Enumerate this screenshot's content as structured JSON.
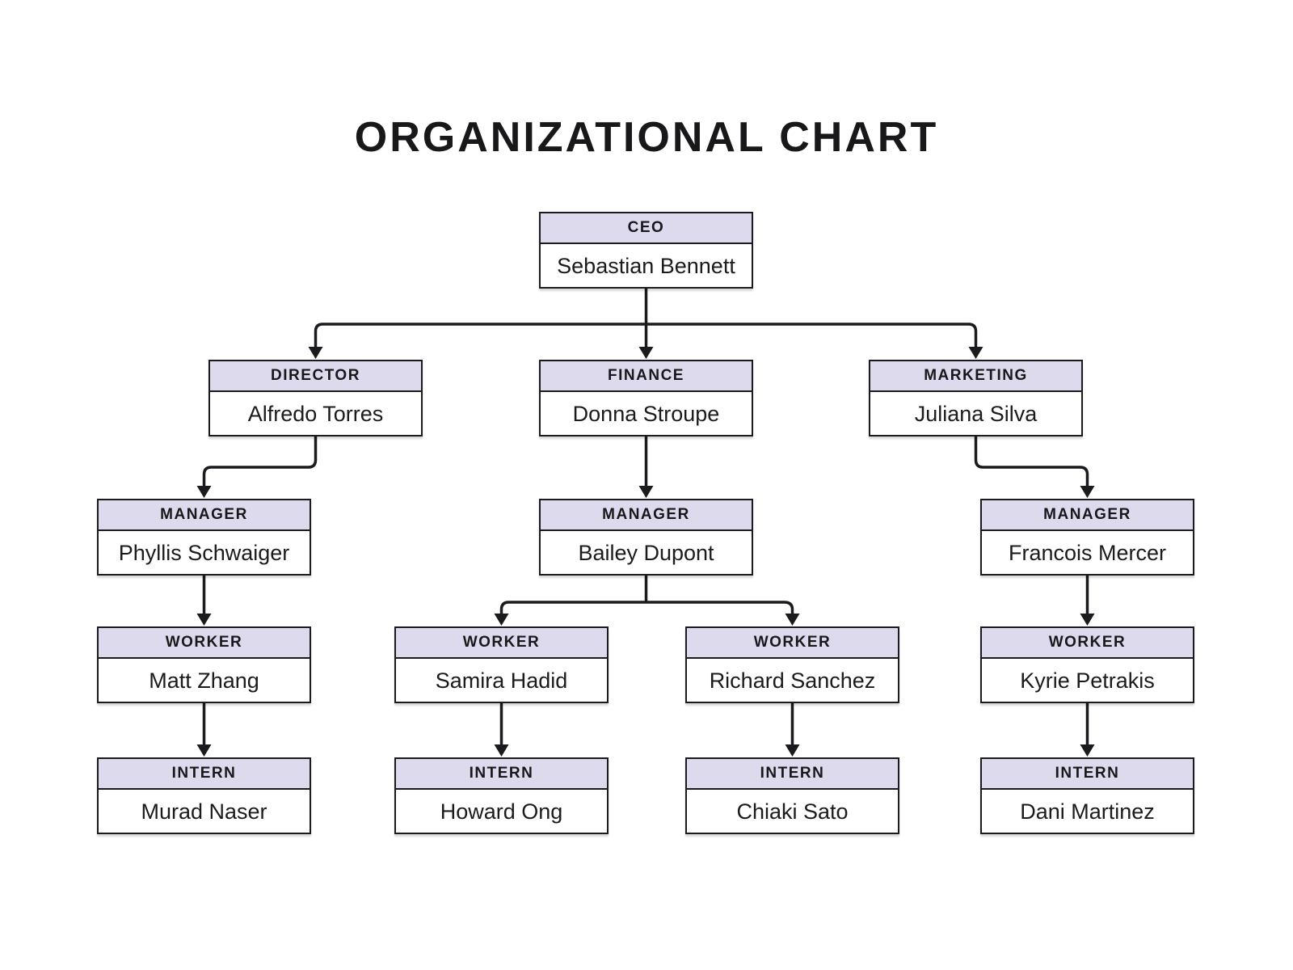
{
  "title": "ORGANIZATIONAL CHART",
  "colors": {
    "background": "#ffffff",
    "box_header_fill": "#dcdaec",
    "box_border": "#1b1b1f",
    "connector": "#1b1b1f",
    "text": "#18181b"
  },
  "nodes": [
    {
      "id": "ceo",
      "role": "CEO",
      "name": "Sebastian Bennett"
    },
    {
      "id": "director",
      "role": "DIRECTOR",
      "name": "Alfredo Torres"
    },
    {
      "id": "finance",
      "role": "FINANCE",
      "name": "Donna Stroupe"
    },
    {
      "id": "marketing",
      "role": "MARKETING",
      "name": "Juliana Silva"
    },
    {
      "id": "manager-1",
      "role": "MANAGER",
      "name": "Phyllis Schwaiger"
    },
    {
      "id": "manager-2",
      "role": "MANAGER",
      "name": "Bailey Dupont"
    },
    {
      "id": "manager-3",
      "role": "MANAGER",
      "name": "Francois Mercer"
    },
    {
      "id": "worker-1",
      "role": "WORKER",
      "name": "Matt Zhang"
    },
    {
      "id": "worker-2",
      "role": "WORKER",
      "name": "Samira Hadid"
    },
    {
      "id": "worker-3",
      "role": "WORKER",
      "name": "Richard Sanchez"
    },
    {
      "id": "worker-4",
      "role": "WORKER",
      "name": "Kyrie Petrakis"
    },
    {
      "id": "intern-1",
      "role": "INTERN",
      "name": "Murad Naser"
    },
    {
      "id": "intern-2",
      "role": "INTERN",
      "name": "Howard Ong"
    },
    {
      "id": "intern-3",
      "role": "INTERN",
      "name": "Chiaki Sato"
    },
    {
      "id": "intern-4",
      "role": "INTERN",
      "name": "Dani Martinez"
    }
  ],
  "edges": [
    [
      "ceo",
      "director"
    ],
    [
      "ceo",
      "finance"
    ],
    [
      "ceo",
      "marketing"
    ],
    [
      "director",
      "manager-1"
    ],
    [
      "finance",
      "manager-2"
    ],
    [
      "marketing",
      "manager-3"
    ],
    [
      "manager-1",
      "worker-1"
    ],
    [
      "manager-2",
      "worker-2"
    ],
    [
      "manager-2",
      "worker-3"
    ],
    [
      "manager-3",
      "worker-4"
    ],
    [
      "worker-1",
      "intern-1"
    ],
    [
      "worker-2",
      "intern-2"
    ],
    [
      "worker-3",
      "intern-3"
    ],
    [
      "worker-4",
      "intern-4"
    ]
  ]
}
